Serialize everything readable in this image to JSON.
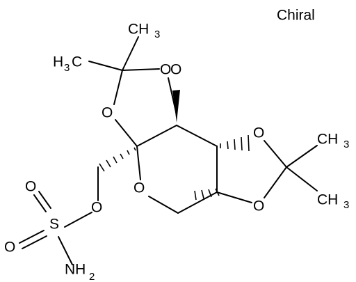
{
  "flag": "Chiral",
  "colors": {
    "ink": "#000000",
    "oxygen": "#cc0000",
    "sulfur": "#999900",
    "nitrogen": "#0000cc",
    "background": "#ffffff"
  },
  "atoms": {
    "o_top_left": "O",
    "o_top_right": "O",
    "o_mid_left": "O",
    "o_right_upper": "O",
    "o_right_lower": "O",
    "o_ring": "O",
    "o_ester": "O",
    "o_sulfonyl_1": "O",
    "o_sulfonyl_2": "O",
    "sulfur": "S",
    "nh2_main": "NH",
    "nh2_sub": "2",
    "me_top_right": "CH",
    "me_top_right_sub": "3",
    "me_top_left_main": "H",
    "me_top_left_sub": "3",
    "me_top_left_tail": "C",
    "me_right_upper": "CH",
    "me_right_upper_sub": "3",
    "me_right_lower": "CH",
    "me_right_lower_sub": "3"
  }
}
